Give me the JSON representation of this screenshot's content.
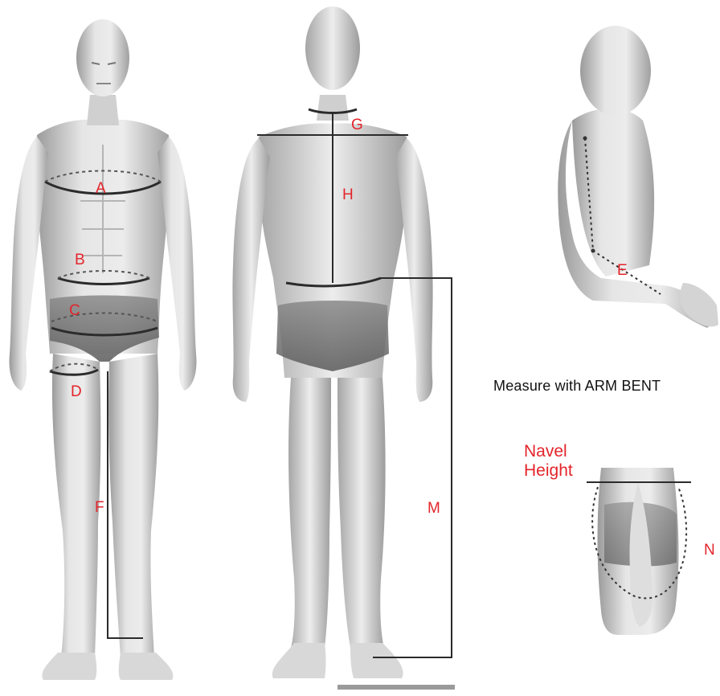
{
  "colors": {
    "label": "#e3242b",
    "line": "#2b2b2b",
    "skin_light": "#e8e8e8",
    "skin_mid": "#c4c4c4",
    "skin_dark": "#8e8e8e",
    "shorts": "#6f6f6f"
  },
  "labels": {
    "A": "A",
    "B": "B",
    "C": "C",
    "D": "D",
    "E": "E",
    "F": "F",
    "G": "G",
    "H": "H",
    "M": "M",
    "N": "N"
  },
  "captions": {
    "arm": "Measure with ARM BENT",
    "navel_line1": "Navel",
    "navel_line2": "Height"
  }
}
